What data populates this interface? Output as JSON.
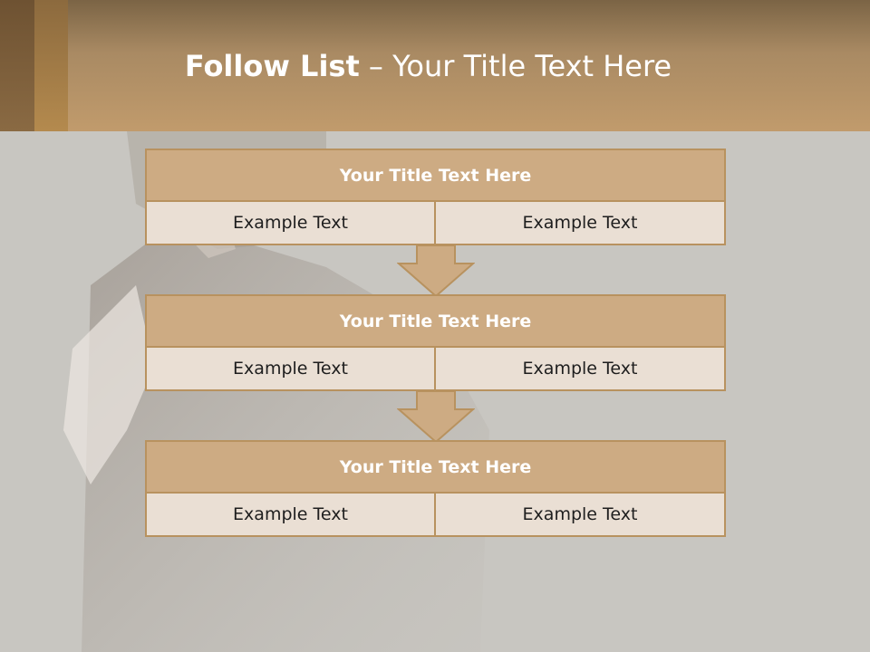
{
  "header": {
    "title_bold": "Follow List",
    "title_rest": " – Your Title Text Here"
  },
  "blocks": [
    {
      "title": "Your Title Text Here",
      "left": "Example Text",
      "right": "Example Text"
    },
    {
      "title": "Your Title Text Here",
      "left": "Example Text",
      "right": "Example Text"
    },
    {
      "title": "Your Title Text Here",
      "left": "Example Text",
      "right": "Example Text"
    }
  ],
  "colors": {
    "accent": "#cdab83",
    "border": "#b8925f",
    "cell_fill": "#eadfd4",
    "background": "#c8c6c1"
  },
  "icons": [
    "down-arrow-icon",
    "down-arrow-icon"
  ]
}
